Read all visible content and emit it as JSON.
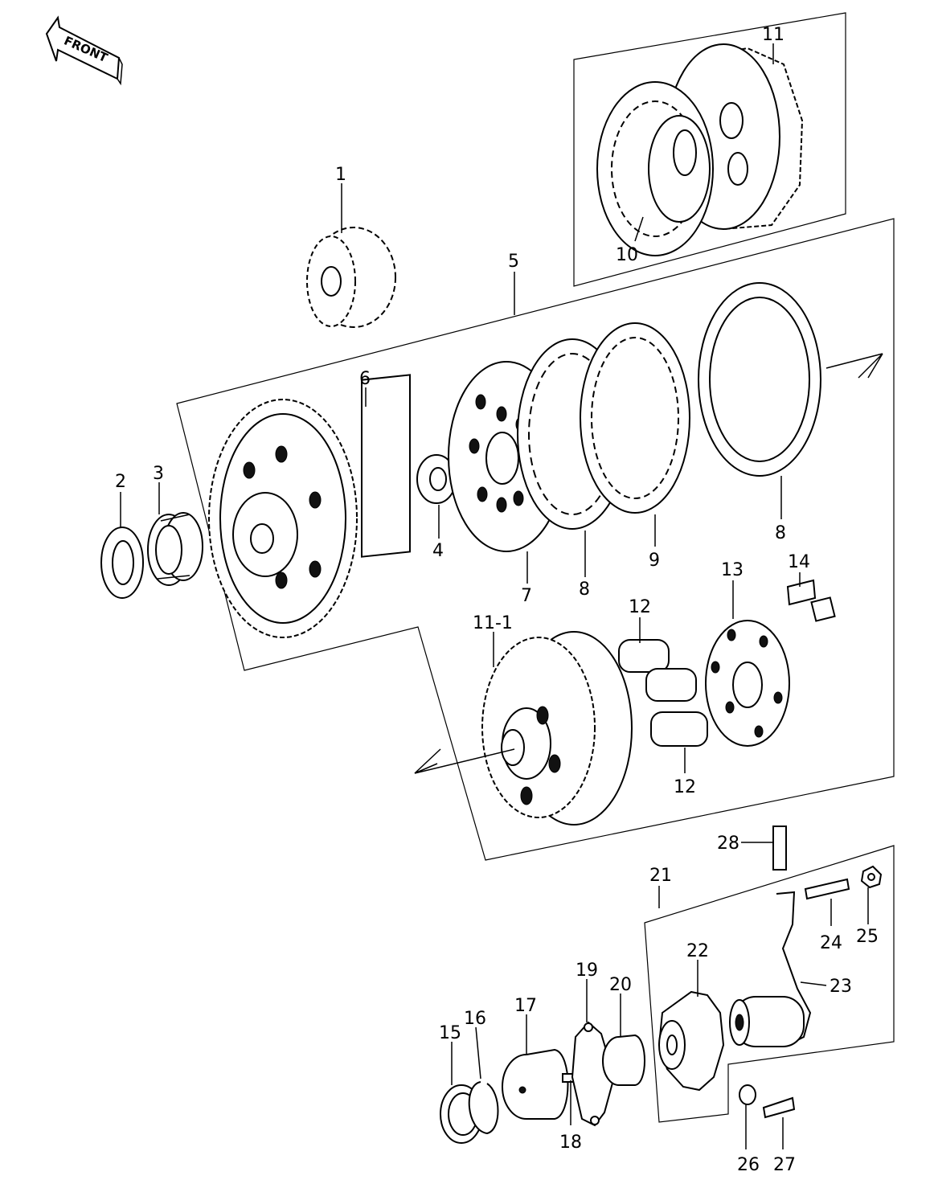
{
  "front_label": "FRONT",
  "callouts": {
    "n1": "1",
    "n2": "2",
    "n3": "3",
    "n4": "4",
    "n5": "5",
    "n6": "6",
    "n7": "7",
    "n8a": "8",
    "n8b": "8",
    "n9": "9",
    "n10": "10",
    "n11": "11",
    "n11_1": "11-1",
    "n12a": "12",
    "n12b": "12",
    "n13": "13",
    "n14": "14",
    "n15": "15",
    "n16": "16",
    "n17": "17",
    "n18": "18",
    "n19": "19",
    "n20": "20",
    "n21": "21",
    "n22": "22",
    "n23": "23",
    "n24": "24",
    "n25": "25",
    "n26": "26",
    "n27": "27",
    "n28": "28"
  }
}
